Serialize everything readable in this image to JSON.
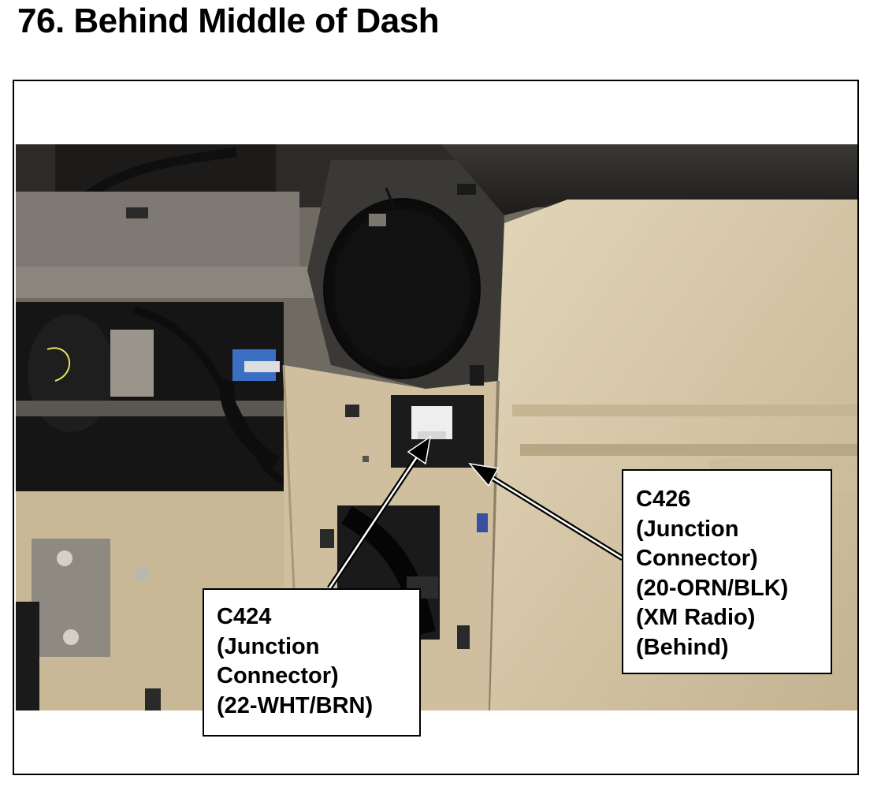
{
  "page": {
    "title": "76.  Behind Middle of Dash"
  },
  "figure": {
    "description_hidden": null,
    "callouts": {
      "c424": {
        "lines": [
          "C424",
          "(Junction",
          "Connector)",
          "(22-WHT/BRN)"
        ]
      },
      "c426": {
        "lines": [
          "C426",
          "(Junction",
          "Connector)",
          "(20-ORN/BLK)",
          "(XM Radio)",
          "(Behind)"
        ]
      }
    }
  },
  "colors": {
    "dash_beige": "#d2c3a2",
    "dash_shadow": "#8d8068",
    "dark_plastic": "#2b2a28",
    "gray_bracket": "#7e7a73"
  }
}
